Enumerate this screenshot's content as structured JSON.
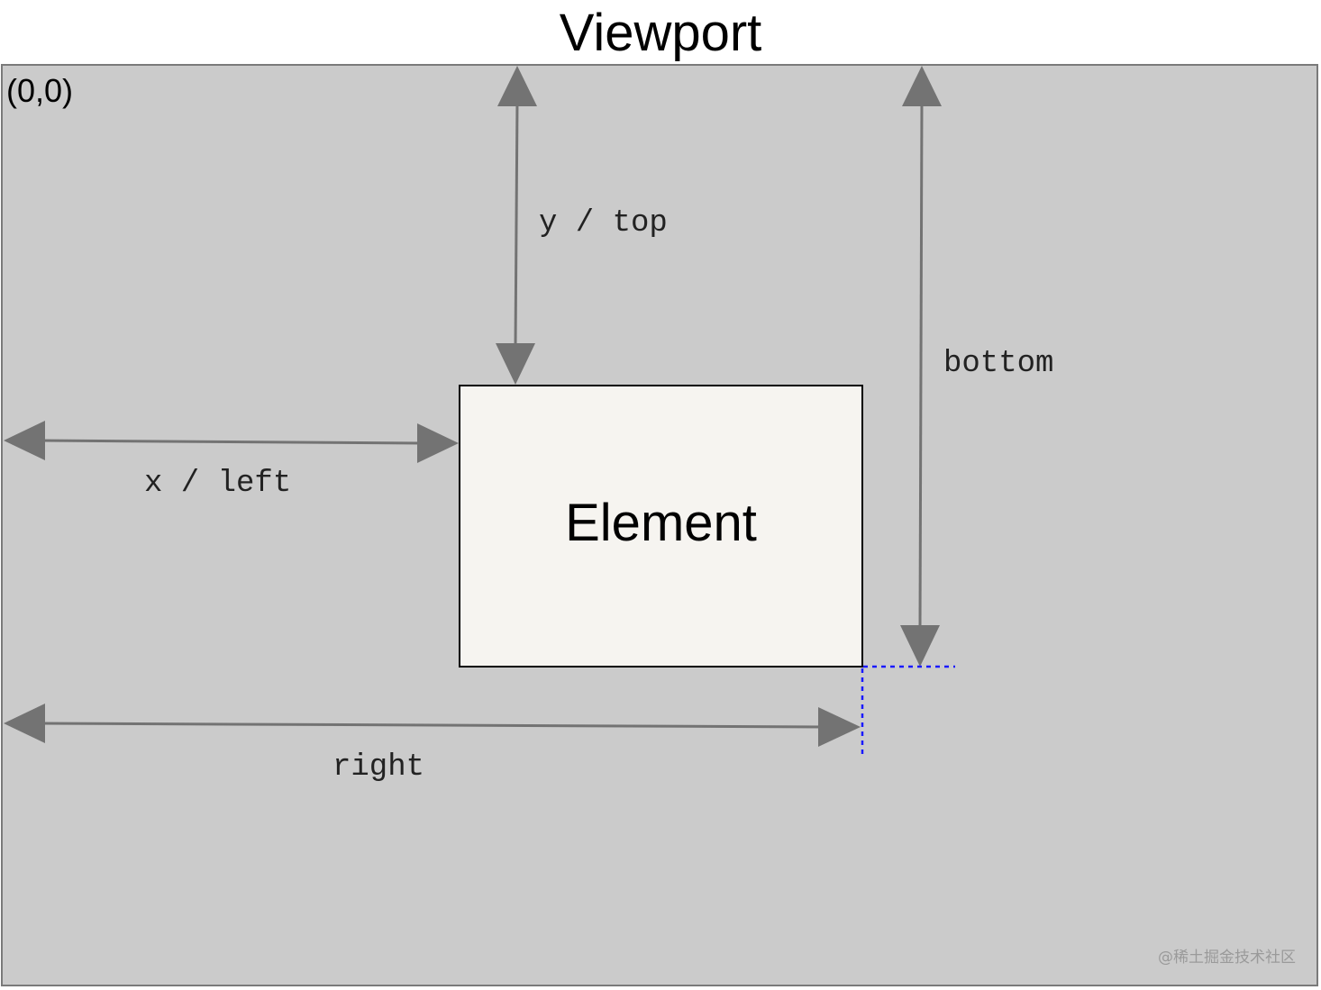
{
  "title": "Viewport",
  "origin_label": "(0,0)",
  "element_label": "Element",
  "labels": {
    "y_top": "y / top",
    "bottom": "bottom",
    "x_left": "x / left",
    "right": "right"
  },
  "watermark": "@稀土掘金技术社区",
  "colors": {
    "viewport_fill": "#cbcbcb",
    "element_fill": "#f6f4f0",
    "arrow": "#737373",
    "guide": "#1a1aff"
  }
}
